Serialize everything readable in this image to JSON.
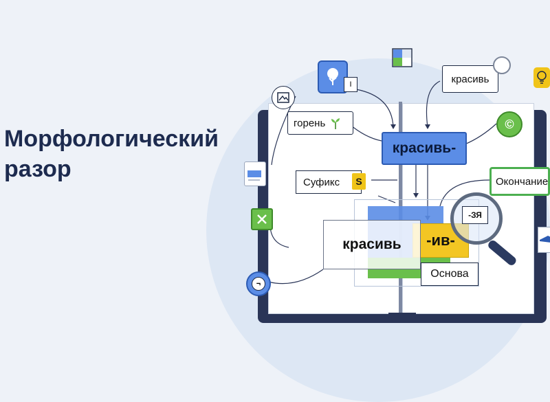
{
  "title": {
    "line1": "Морфологический",
    "line2": "разор"
  },
  "labels": {
    "gorenj": "горень",
    "sufiks": "Суфикс",
    "suffix_letter": "S",
    "top_word": "красивь",
    "main_word": "красивь-",
    "okonchanie": "Окончание",
    "krasiv_big": "красивь",
    "suffix_iv": "-ив-",
    "osnova": "Основа",
    "lens_text": "-ЗЯ",
    "copyright_sign": "©",
    "neg_sign": "¬",
    "tree_small": "I"
  },
  "colors": {
    "blue": "#5b8de6",
    "green": "#6abf4b",
    "yellow": "#f3c623",
    "navy": "#2a3557"
  }
}
